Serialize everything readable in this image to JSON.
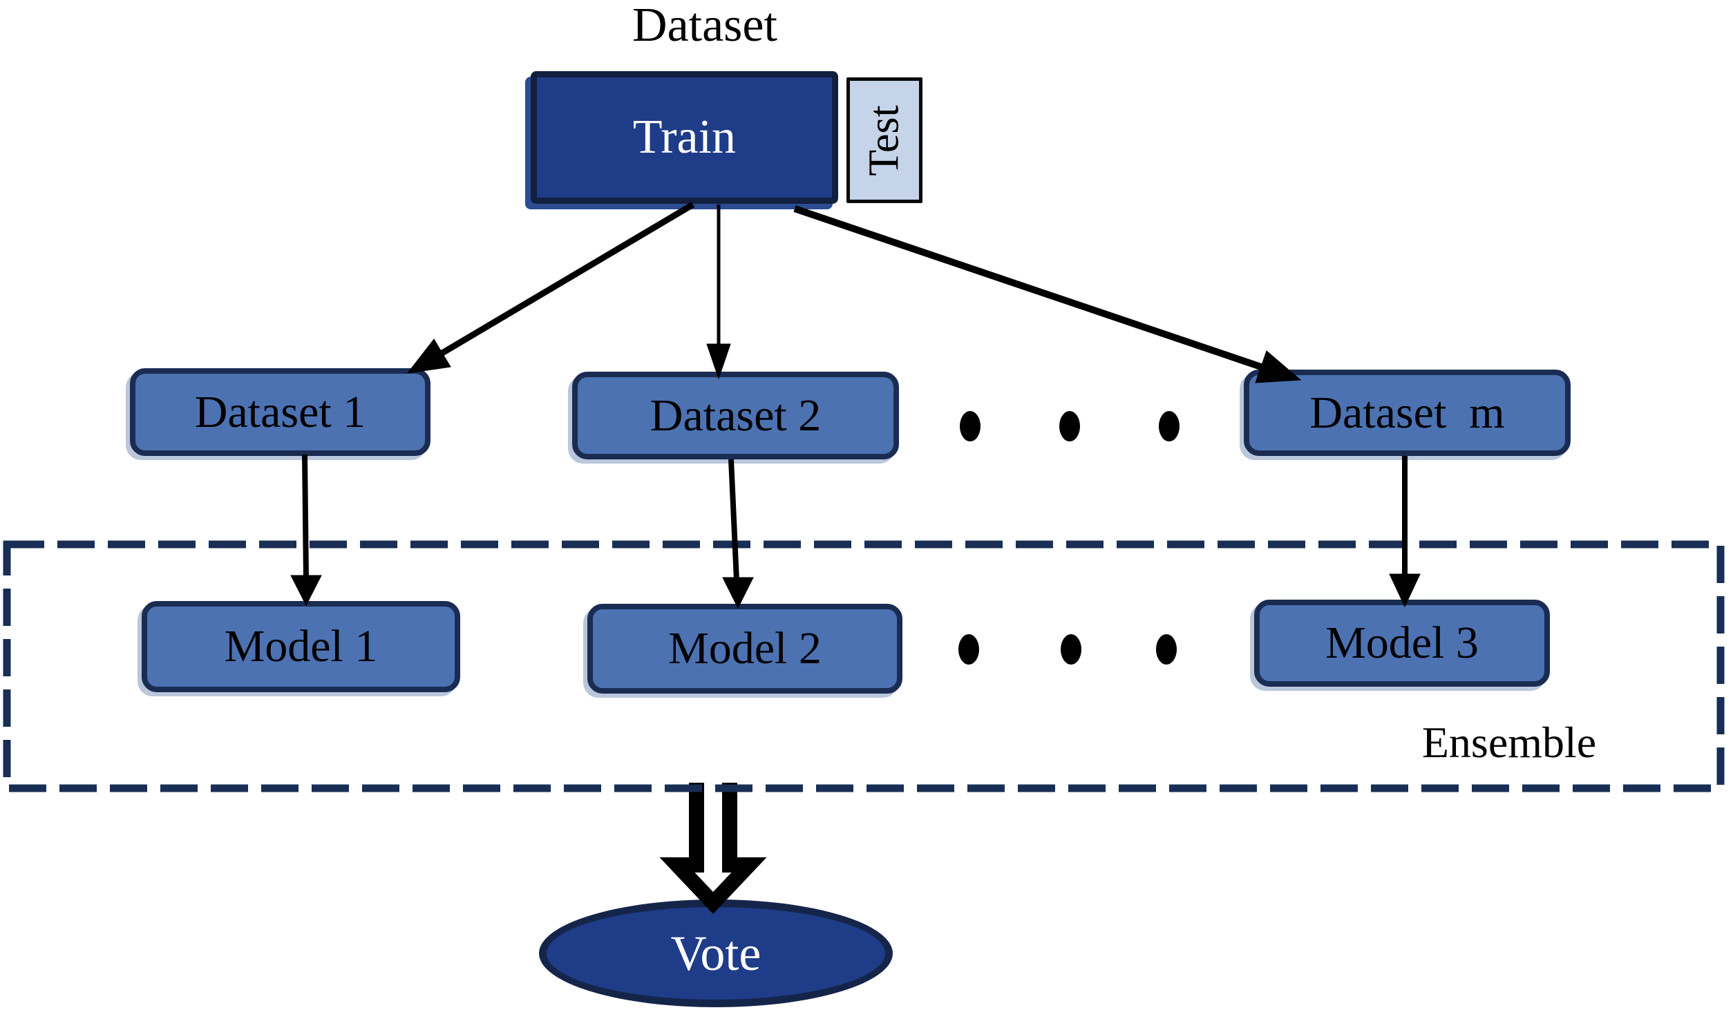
{
  "title": "Dataset",
  "train": {
    "label": "Train"
  },
  "test": {
    "label": "Test"
  },
  "datasets": [
    {
      "label": "Dataset 1"
    },
    {
      "label": "Dataset 2"
    },
    {
      "label": "Dataset  m"
    }
  ],
  "models": [
    {
      "label": "Model 1"
    },
    {
      "label": "Model 2"
    },
    {
      "label": "Model 3"
    }
  ],
  "ensemble": {
    "label": "Ensemble"
  },
  "vote": {
    "label": "Vote"
  },
  "colors": {
    "train_fill": "#1e3c87",
    "train_border": "#12203f",
    "train_text": "#ffffff",
    "test_fill": "#c6d4e9",
    "test_border": "#0a0a0a",
    "test_text": "#000000",
    "node_fill": "#4c72b2",
    "node_border": "#1a2c52",
    "node_text": "#000000",
    "dash_border": "#182e54",
    "arrow": "#000000",
    "ellipsis_dot": "#000000",
    "vote_fill": "#1e3c87",
    "vote_border": "#15254a",
    "vote_text": "#ffffff"
  }
}
